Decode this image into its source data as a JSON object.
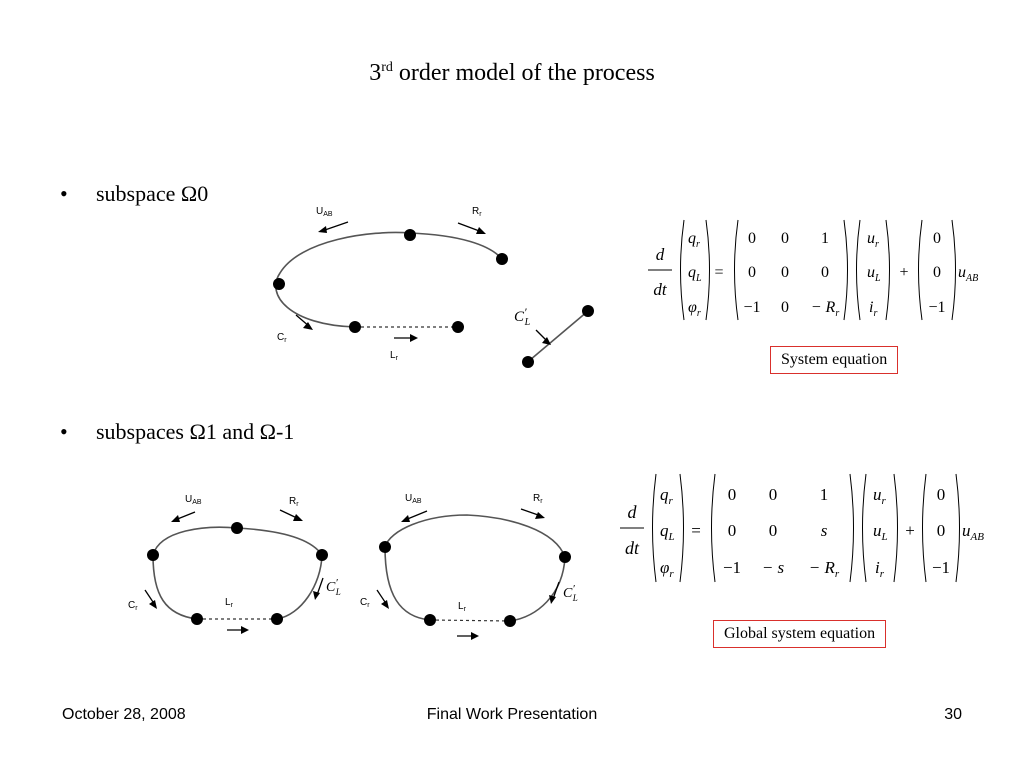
{
  "slide": {
    "title_prefix": "3",
    "title_sup": "rd",
    "title_rest": " order model of the process",
    "bullets": [
      {
        "text": "subspace Ω0"
      },
      {
        "text": "subspaces Ω1 and Ω-1"
      }
    ],
    "equation_captions": {
      "system": "System equation",
      "global": "Global system equation"
    },
    "footer": {
      "date": "October 28, 2008",
      "center": "Final Work Presentation",
      "page": "30"
    }
  },
  "diagram_labels": {
    "uab": "U",
    "uab_sub": "AB",
    "rr": "R",
    "rr_sub": "r",
    "cr": "C",
    "cr_sub": "r",
    "lr": "L",
    "lr_sub": "r",
    "cl": "C",
    "cl_prime": "′",
    "cl_sub": "L"
  },
  "matrix_eq1": {
    "lhs_num": "d",
    "lhs_den": "dt",
    "state": [
      "q",
      "q",
      "φ"
    ],
    "state_subs": [
      "r",
      "L",
      "r"
    ],
    "A_rows": [
      [
        "0",
        "0",
        "1"
      ],
      [
        "0",
        "0",
        "0"
      ],
      [
        "−1",
        "0",
        "− R"
      ]
    ],
    "A_sub_r": "r",
    "input": [
      "u",
      "u",
      "i"
    ],
    "input_subs": [
      "r",
      "L",
      "r"
    ],
    "B": [
      "0",
      "0",
      "−1"
    ],
    "uab": "u",
    "uab_sub": "AB",
    "eq": "=",
    "plus": "+"
  },
  "matrix_eq2": {
    "lhs_num": "d",
    "lhs_den": "dt",
    "state": [
      "q",
      "q",
      "φ"
    ],
    "state_subs": [
      "r",
      "L",
      "r"
    ],
    "A_rows": [
      [
        "0",
        "0",
        "1"
      ],
      [
        "0",
        "0",
        "s"
      ],
      [
        "−1",
        "− s",
        "− R"
      ]
    ],
    "A_sub_r": "r",
    "input": [
      "u",
      "u",
      "i"
    ],
    "input_subs": [
      "r",
      "L",
      "r"
    ],
    "B": [
      "0",
      "0",
      "−1"
    ],
    "uab": "u",
    "uab_sub": "AB",
    "eq": "=",
    "plus": "+"
  },
  "colors": {
    "caption_border": "#d9302c",
    "curve": "#555555",
    "node": "#000000"
  }
}
